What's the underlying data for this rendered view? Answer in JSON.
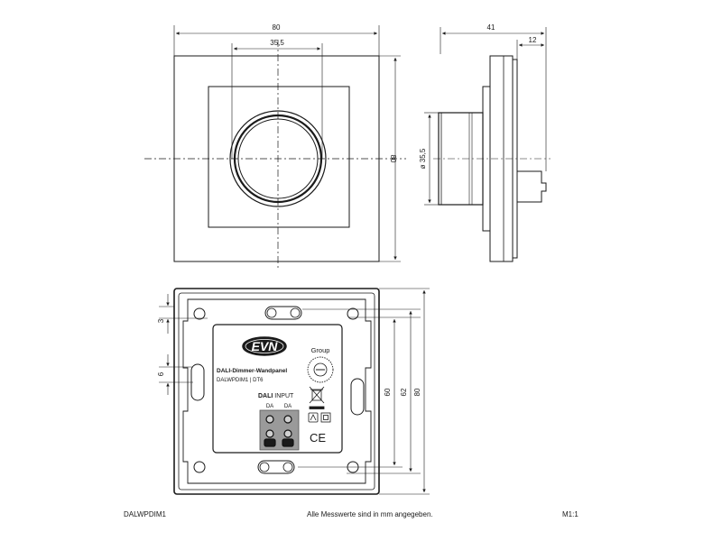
{
  "front_view": {
    "width": "80",
    "knob_diameter": "35,5",
    "height": "80"
  },
  "side_view": {
    "depth": "41",
    "knob_depth": "12",
    "knob_diameter": "ø 35,5"
  },
  "back_view": {
    "dim_3": "3",
    "dim_6": "6",
    "dim_60": "60",
    "dim_62": "62",
    "dim_80": "80"
  },
  "label": {
    "brand": "EVN",
    "product": "DALI-Dimmer-Wandpanel",
    "model_line": "DALWPDIM1 | DT6",
    "group_label": "Group",
    "input_bold": "DALI",
    "input_rest": " INPUT",
    "terminal_a": "DA",
    "terminal_b": "DA",
    "ce_mark": "CE"
  },
  "footer": {
    "model": "DALWPDIM1",
    "note": "Alle Messwerte sind in mm angegeben.",
    "scale": "M1:1"
  }
}
